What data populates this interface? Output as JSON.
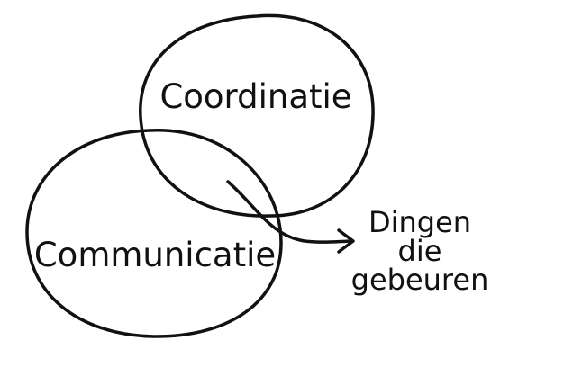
{
  "diagram": {
    "ink_color": "#111111",
    "background_color": "#ffffff",
    "circles": {
      "coordination": {
        "label": "Coordinatie"
      },
      "communication": {
        "label": "Communicatie"
      }
    },
    "outcome": {
      "line1": "Dingen",
      "line2": "die",
      "line3": "gebeuren"
    }
  }
}
